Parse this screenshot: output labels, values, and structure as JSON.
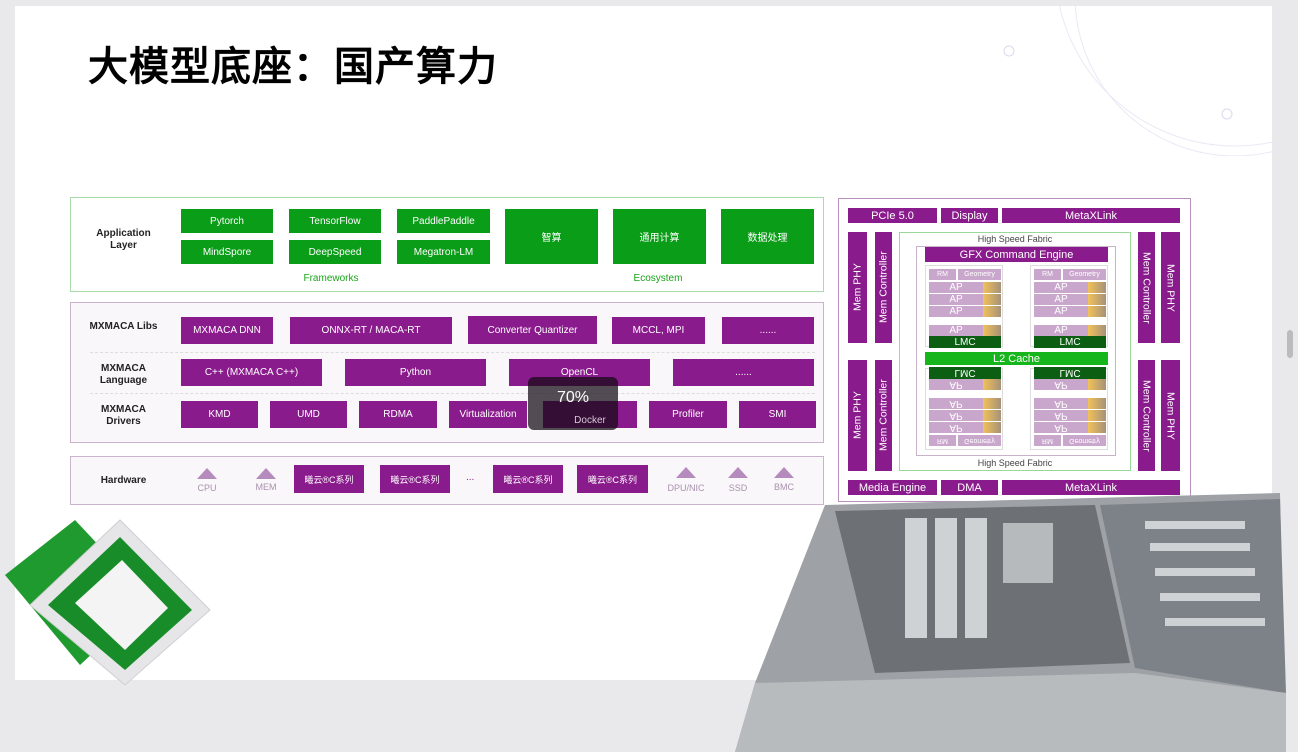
{
  "title": "大模型底座：国产算力",
  "app_layer": {
    "label": "Application Layer",
    "frameworks": [
      "Pytorch",
      "TensorFlow",
      "PaddlePaddle",
      "MindSpore",
      "DeepSpeed",
      "Megatron-LM"
    ],
    "ecosystem": [
      "智算",
      "通用计算",
      "数据处理"
    ],
    "frameworks_label": "Frameworks",
    "ecosystem_label": "Ecosystem"
  },
  "mxmaca": {
    "libs_label": "MXMACA Libs",
    "libs": [
      "MXMACA DNN",
      "ONNX-RT / MACA-RT",
      "Converter Quantizer",
      "MCCL, MPI",
      "......"
    ],
    "lang_label": "MXMACA Language",
    "lang": [
      "C++ (MXMACA C++)",
      "Python",
      "OpenCL",
      "......"
    ],
    "drv_label": "MXMACA Drivers",
    "drv": [
      "KMD",
      "UMD",
      "RDMA",
      "Virtualization",
      "Docker",
      "Profiler",
      "SMI"
    ]
  },
  "hardware": {
    "label": "Hardware",
    "cpu": "CPU",
    "mem": "MEM",
    "chip": "曦云®C系列",
    "ellipsis": "...",
    "dpu": "DPU/NIC",
    "ssd": "SSD",
    "bmc": "BMC"
  },
  "overlay": {
    "zoom": "70%"
  },
  "chip": {
    "pcie": "PCIe 5.0",
    "display": "Display",
    "metaxlink": "MetaXLink",
    "mem_phy": "Mem PHY",
    "mem_ctrl": "Mem Controller",
    "fabric": "High Speed Fabric",
    "gfx": "GFX Command Engine",
    "rm": "RM",
    "geometry": "Geometry",
    "ap": "AP",
    "lmc": "LMC",
    "l2": "L2 Cache",
    "media": "Media Engine",
    "dma": "DMA"
  },
  "colors": {
    "green": "#0a9d17",
    "purple": "#8a1b8c",
    "dark_green": "#0b5e12"
  }
}
